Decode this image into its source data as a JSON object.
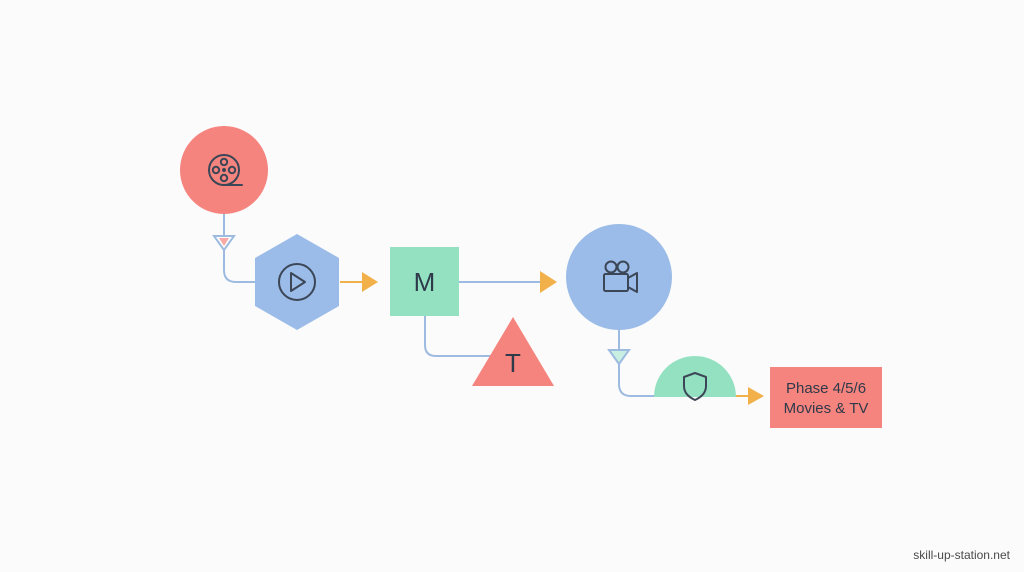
{
  "nodes": {
    "m_box": {
      "label": "M"
    },
    "t_triangle": {
      "label": "T"
    },
    "phase_box": {
      "line1": "Phase 4/5/6",
      "line2": "Movies & TV"
    }
  },
  "icons": {
    "start_circle": "film-reel-icon",
    "hexagon": "play-icon",
    "camera_circle": "video-camera-icon",
    "semicircle": "shield-icon"
  },
  "colors": {
    "coral": "#f6847e",
    "blue": "#9bbce8",
    "mint": "#94e1c2",
    "connector": "#9dbbe0",
    "arrow": "#f2b04b",
    "icon_stroke": "#3b4656"
  },
  "footer": {
    "watermark": "skill-up-station.net"
  }
}
